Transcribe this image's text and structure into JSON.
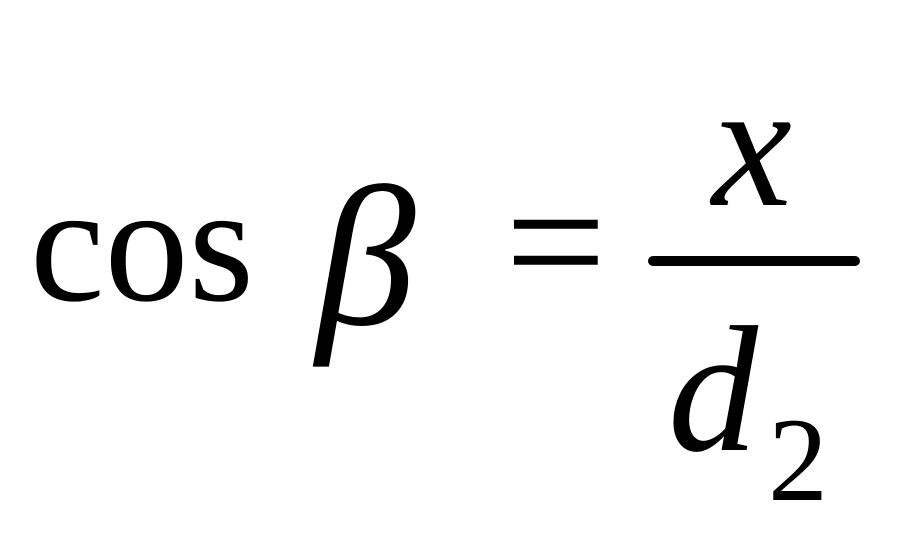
{
  "formula": {
    "function": "cos",
    "variable": "β",
    "relation": "=",
    "fraction": {
      "numerator": "x",
      "denominator": "d",
      "denominator_subscript": "2"
    }
  }
}
